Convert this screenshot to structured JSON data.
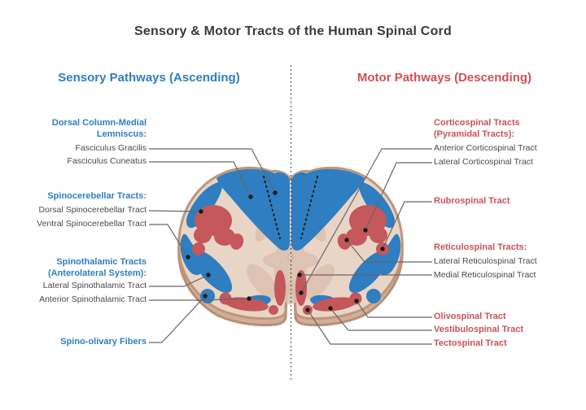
{
  "title": "Sensory & Motor Tracts of the Human Spinal Cord",
  "sensory": {
    "heading": "Sensory Pathways (Ascending)",
    "groups": [
      {
        "heading": "Dorsal Column-Medial Lemniscus:",
        "items": [
          "Fasciculus Gracilis",
          "Fasciculus Cuneatus"
        ]
      },
      {
        "heading": "Spinocerebellar Tracts:",
        "items": [
          "Dorsal Spinocerebellar Tract",
          "Ventral Spinocerebellar Tract"
        ]
      },
      {
        "heading": "Spinothalamic Tracts (Anterolateral System):",
        "items": [
          "Lateral Spinothalamic Tract",
          "Anterior Spinothalamic Tract"
        ]
      },
      {
        "heading": "Spino-olivary Fibers",
        "items": []
      }
    ]
  },
  "motor": {
    "heading": "Motor Pathways (Descending)",
    "groups": [
      {
        "heading": "Corticospinal Tracts (Pyramidal Tracts):",
        "items": [
          "Anterior Corticospinal Tract",
          "Lateral Corticospinal Tract"
        ]
      },
      {
        "heading": "Rubrospinal Tract",
        "items": []
      },
      {
        "heading": "Reticulospinal Tracts:",
        "items": [
          "Lateral Reticulospinal Tract",
          "Medial Reticulospinal Tract"
        ]
      },
      {
        "heading": "Olivospinal Tract",
        "items": []
      },
      {
        "heading": "Vestibulospinal Tract",
        "items": []
      },
      {
        "heading": "Tectospinal Tract",
        "items": []
      }
    ]
  },
  "figure": {
    "name": "spinal cord cross-section",
    "colors": {
      "sensory_blue": "#2e7ec1",
      "motor_red": "#c4575a",
      "white_matter": "#e9d5c5",
      "gray_matter": "#dcc2af",
      "outline": "#c0957c"
    }
  }
}
